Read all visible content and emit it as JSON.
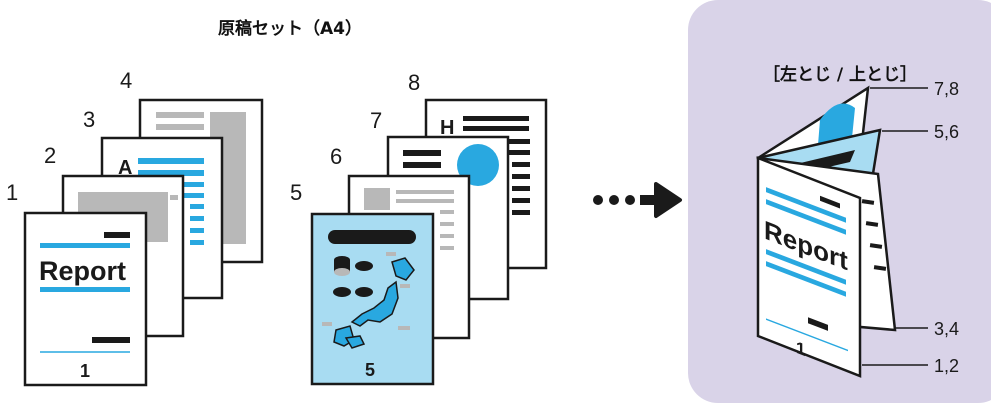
{
  "title": "原稿セット（A4）",
  "panel_title": "［左とじ / 上とじ］",
  "pages_left": {
    "numbers": [
      "1",
      "2",
      "3",
      "4"
    ],
    "cover_text": "Report",
    "cover_page_number": "1",
    "heading_letter": "A"
  },
  "pages_right": {
    "numbers": [
      "5",
      "6",
      "7",
      "8"
    ],
    "map_page_number": "5",
    "heading_letter": "H"
  },
  "booklet": {
    "cover_text": "Report",
    "page_number": "1",
    "callouts": [
      "7,8",
      "5,6",
      "3,4",
      "1,2"
    ]
  },
  "colors": {
    "accent_blue": "#29a8e0",
    "light_blue": "#a8dcf2",
    "panel_lavender": "#d9d3e8",
    "gray": "#b8b8b8",
    "ink": "#1a1a1a"
  }
}
